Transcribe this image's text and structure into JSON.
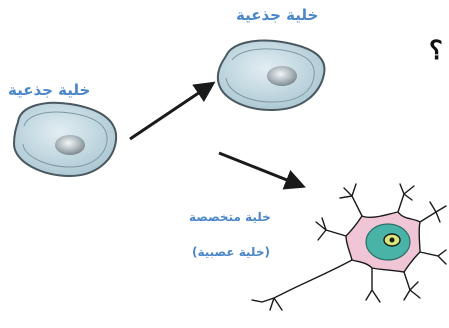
{
  "labels": {
    "stem_cell_top": "خلية جذعية",
    "stem_cell_left": "خلية جذعية",
    "specialized_cell": "خلية متخصصة",
    "nerve_cell": "(خلية عصبية)"
  },
  "question_mark": "؟",
  "colors": {
    "label_text": "#4a86c8",
    "cell_fill": "#b9d3dd",
    "cell_outline": "#4a5860",
    "nucleus": "#8a969c",
    "neuron_body": "#f0c6d6",
    "neuron_nucleus_ring": "#3aa49a",
    "arrow": "#1a1a1a"
  },
  "icons": {
    "arrow_1": "arrow-icon",
    "arrow_2": "arrow-icon"
  }
}
